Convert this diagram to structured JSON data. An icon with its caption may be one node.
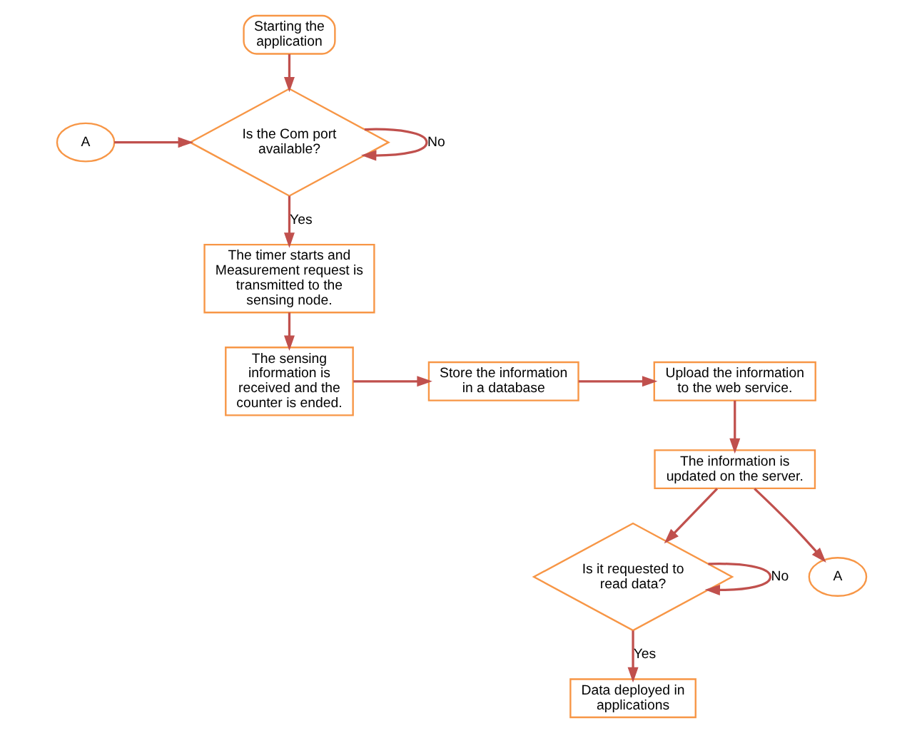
{
  "diagram": {
    "nodes": [
      {
        "text": [
          "Starting the application"
        ]
      },
      {
        "text": [
          "A"
        ]
      },
      {
        "text": [
          "Is the Com port available?"
        ]
      },
      {
        "text": [
          "The timer starts and Measurement request is transmitted to the sensing node."
        ]
      },
      {
        "text": [
          "The sensing information is received and the counter is ended."
        ]
      },
      {
        "text": [
          "Store the information in a database"
        ]
      },
      {
        "text": [
          "Upload the information to the web service."
        ]
      },
      {
        "text": [
          "The information is updated on the server."
        ]
      },
      {
        "text": [
          "Is it requested to read data?"
        ]
      },
      {
        "text": [
          "Data deployed in applications"
        ]
      },
      {
        "text": [
          "A"
        ]
      }
    ],
    "edges": [
      {
        "from": 0,
        "to": 2,
        "arrow": "to"
      },
      {
        "from": 1,
        "to": 2,
        "arrow": "to"
      },
      {
        "from": 2,
        "to": 2,
        "label": "No",
        "arrow": "to"
      },
      {
        "from": 2,
        "to": 3,
        "label": "Yes",
        "arrow": "to"
      },
      {
        "from": 3,
        "to": 4,
        "arrow": "to"
      },
      {
        "from": 4,
        "to": 5,
        "arrow": "to"
      },
      {
        "from": 5,
        "to": 6,
        "arrow": "to"
      },
      {
        "from": 6,
        "to": 7,
        "arrow": "to"
      },
      {
        "from": 7,
        "to": 8,
        "arrow": "to"
      },
      {
        "from": 8,
        "to": 8,
        "label": "No",
        "arrow": "to"
      },
      {
        "from": 8,
        "to": 9,
        "label": "Yes",
        "arrow": "to"
      },
      {
        "from": 7,
        "to": 10,
        "arrow": "to"
      }
    ]
  }
}
